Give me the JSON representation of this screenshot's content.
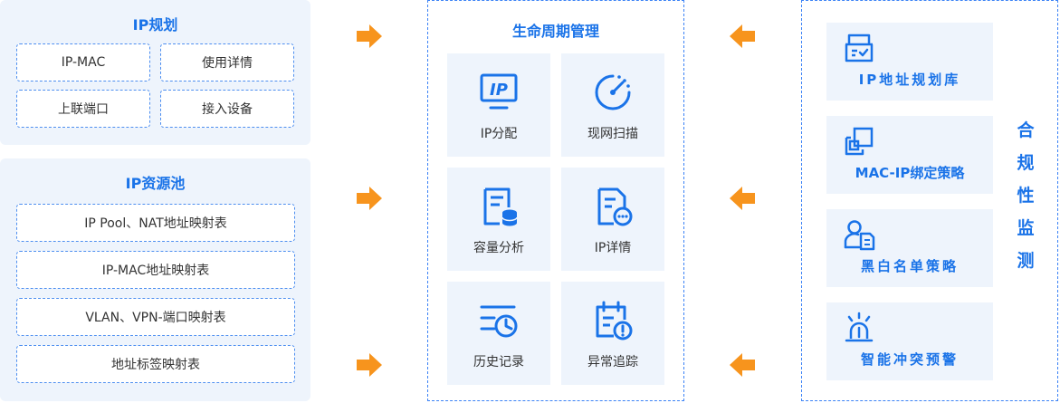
{
  "ip_plan": {
    "title": "IP规划",
    "items": [
      "IP-MAC",
      "使用详情",
      "上联端口",
      "接入设备"
    ]
  },
  "ip_pool": {
    "title": "IP资源池",
    "items": [
      "IP Pool、NAT地址映射表",
      "IP-MAC地址映射表",
      "VLAN、VPN-端口映射表",
      "地址标签映射表"
    ]
  },
  "lifecycle": {
    "title": "生命周期管理",
    "cards": [
      {
        "label": "IP分配",
        "icon": "ip-monitor-icon"
      },
      {
        "label": "现网扫描",
        "icon": "radar-scan-icon"
      },
      {
        "label": "容量分析",
        "icon": "document-database-icon"
      },
      {
        "label": "IP详情",
        "icon": "document-more-icon"
      },
      {
        "label": "历史记录",
        "icon": "list-clock-icon"
      },
      {
        "label": "异常追踪",
        "icon": "calendar-alert-icon"
      }
    ]
  },
  "compliance": {
    "title": "合规性监测",
    "items": [
      {
        "label": "IP地址规划库",
        "icon": "archive-box-icon"
      },
      {
        "label": "MAC-IP绑定策略",
        "icon": "binding-squares-icon"
      },
      {
        "label": "黑白名单策略",
        "icon": "user-list-icon"
      },
      {
        "label": "智能冲突预警",
        "icon": "alarm-light-icon"
      }
    ]
  },
  "colors": {
    "primary": "#1a73e8",
    "panel_bg": "#eef4fc",
    "arrow": "#f7941d",
    "dashed": "#3b82f6"
  }
}
